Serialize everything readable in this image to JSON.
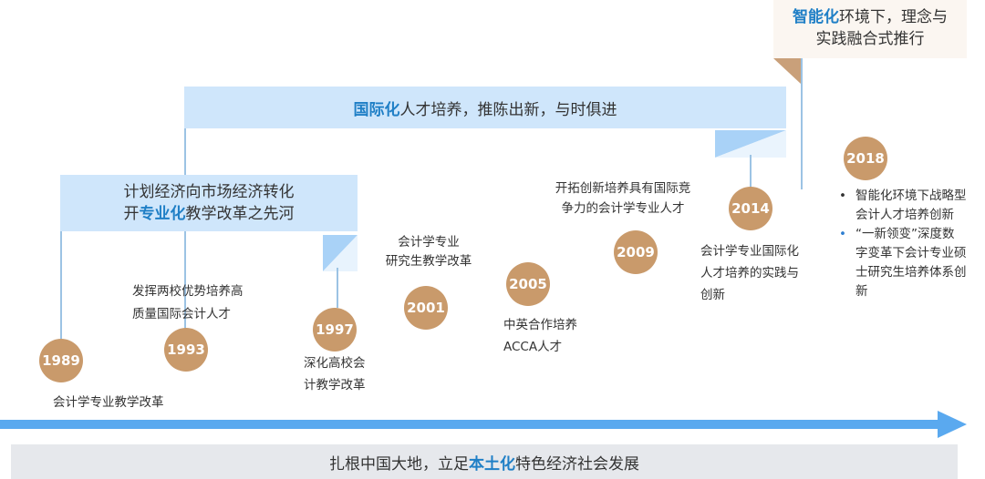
{
  "top_right_box": {
    "highlight": "智能化",
    "line1_rest": "环境下，理念与",
    "line2": "实践融合式推行"
  },
  "mid_banner": {
    "highlight": "国际化",
    "rest": "人才培养，推陈出新，与时俱进"
  },
  "left_banner": {
    "line1": "计划经济向市场经济转化",
    "line2_pre": "开",
    "line2_highlight": "专业化",
    "line2_post": "教学改革之先河"
  },
  "bottom_banner": {
    "pre": "扎根中国大地，立足",
    "highlight": "本土化",
    "post": "特色经济社会发展"
  },
  "milestones": [
    {
      "year": "1989",
      "lines": [
        "会计学专业教学改革"
      ]
    },
    {
      "year": "1993",
      "lines": [
        "发挥两校优势培养高",
        "质量国际会计人才"
      ]
    },
    {
      "year": "1997",
      "lines": [
        "深化高校会",
        "计教学改革"
      ]
    },
    {
      "year": "2001",
      "lines": [
        "会计学专业",
        "研究生教学改革"
      ]
    },
    {
      "year": "2005",
      "lines": [
        "中英合作培养",
        "ACCA人才"
      ]
    },
    {
      "year": "2009",
      "lines": [
        "开拓创新培养具有国际竞",
        "争力的会计学专业人才"
      ]
    },
    {
      "year": "2014",
      "lines": [
        "会计学专业国际化",
        "人才培养的实践与",
        "创新"
      ]
    },
    {
      "year": "2018",
      "bullets": [
        [
          "智能化环境下战略型",
          "会计人才培养创新"
        ],
        [
          "“一新领变”深度数",
          "字变革下会计专业硕",
          "士研究生培养体系创",
          "新"
        ]
      ]
    }
  ],
  "colors": {
    "accent_blue": "#1f7fc6",
    "banner_blue": "#cfe6fb",
    "arrow_blue": "#5aa9ef",
    "milestone_tan": "#c99a6b",
    "top_box_bg": "#fbf6f1",
    "bottom_band": "#e6e8ec"
  }
}
